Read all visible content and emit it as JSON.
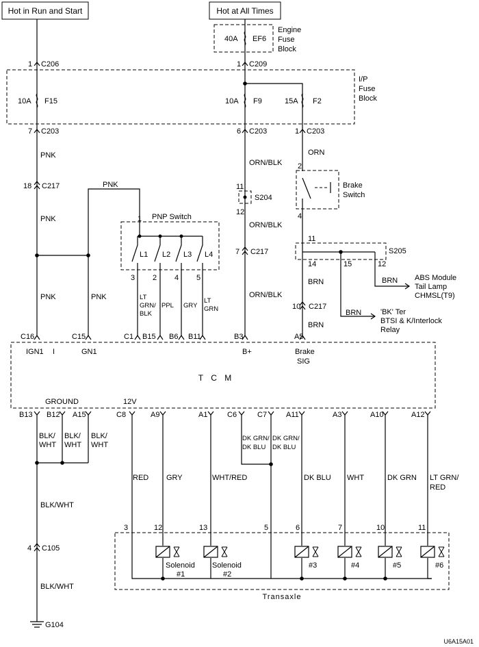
{
  "power": {
    "run_start": "Hot in Run and Start",
    "all_times": "Hot at All Times"
  },
  "engine_fuse_block": {
    "label_l1": "Engine",
    "label_l2": "Fuse",
    "label_l3": "Block",
    "fuse_amp": "40A",
    "fuse_name": "EF6"
  },
  "ip_fuse_block": {
    "label_l1": "I/P",
    "label_l2": "Fuse",
    "label_l3": "Block",
    "f15_amp": "10A",
    "f15_name": "F15",
    "f9_amp": "10A",
    "f9_name": "F9",
    "f2_amp": "15A",
    "f2_name": "F2"
  },
  "connectors": {
    "c206_pin": "1",
    "c206": "C206",
    "c209_pin": "1",
    "c209": "C209",
    "c203_a_pin": "7",
    "c203_a": "C203",
    "c203_b_pin": "6",
    "c203_b": "C203",
    "c203_c_pin": "1",
    "c203_c": "C203",
    "c217_a_pin": "18",
    "c217_a": "C217",
    "c217_b_pin": "7",
    "c217_b": "C217",
    "c217_c_pin": "10",
    "c217_c": "C217",
    "c105_pin": "4",
    "c105": "C105",
    "ground": "G104"
  },
  "splices": {
    "s204": "S204",
    "s204_in": "11",
    "s204_out": "12",
    "s205": "S205",
    "s205_in": "11",
    "s205_p14": "14",
    "s205_p15": "15",
    "s205_p12": "12"
  },
  "wires": {
    "pnk": "PNK",
    "orn_blk": "ORN/BLK",
    "orn": "ORN",
    "brn": "BRN",
    "lt": "LT",
    "grn_slash": "GRN/",
    "blk": "BLK",
    "ppl": "PPL",
    "gry": "GRY",
    "grn": "GRN",
    "blk_slash": "BLK/",
    "wht": "WHT",
    "blk_wht": "BLK/WHT",
    "red": "RED",
    "wht_red": "WHT/RED",
    "dk_grn_slash": "DK GRN/",
    "dk_blu": "DK BLU",
    "dk_grn": "DK GRN",
    "lt_grn_slash": "LT GRN/",
    "red2": "RED"
  },
  "pnp_switch": {
    "title": "PNP Switch",
    "pin_in": "1",
    "l1": "L1",
    "l2": "L2",
    "l3": "L3",
    "l4": "L4",
    "p3": "3",
    "p2": "2",
    "p4": "4",
    "p5": "5"
  },
  "brake_switch": {
    "l1": "Brake",
    "l2": "Switch",
    "pin_top": "2",
    "pin_bot": "4"
  },
  "destinations": {
    "abs_l1": "ABS Module",
    "abs_l2": "Tail Lamp",
    "abs_l3": "CHMSL(T9)",
    "bk_l1": "'BK' Ter",
    "bk_l2": "BTSI & K/Interlock",
    "bk_l3": "Relay"
  },
  "tcm": {
    "name": "T C M",
    "top_pins": [
      "C16",
      "C15",
      "C1",
      "B15",
      "B6",
      "B11",
      "B3",
      "A5"
    ],
    "ign1": "IGN1",
    "i": "I",
    "gn1": "GN1",
    "bplus": "B+",
    "brake": "Brake",
    "sig": "SIG",
    "ground": "GROUND",
    "v12": "12V",
    "bottom_pins": [
      "B13",
      "B12",
      "A15",
      "C8",
      "A9",
      "A1",
      "C6",
      "C7",
      "A11",
      "A3",
      "A10",
      "A12"
    ]
  },
  "transaxle": {
    "label": "Transaxle",
    "pins": [
      "3",
      "12",
      "13",
      "5",
      "6",
      "7",
      "10",
      "11"
    ],
    "sol1_l1": "Solenoid",
    "sol1_l2": "#1",
    "sol2_l1": "Solenoid",
    "sol2_l2": "#2",
    "s3": "#3",
    "s4": "#4",
    "s5": "#5",
    "s6": "#6"
  },
  "figure_id": "U6A15A01"
}
